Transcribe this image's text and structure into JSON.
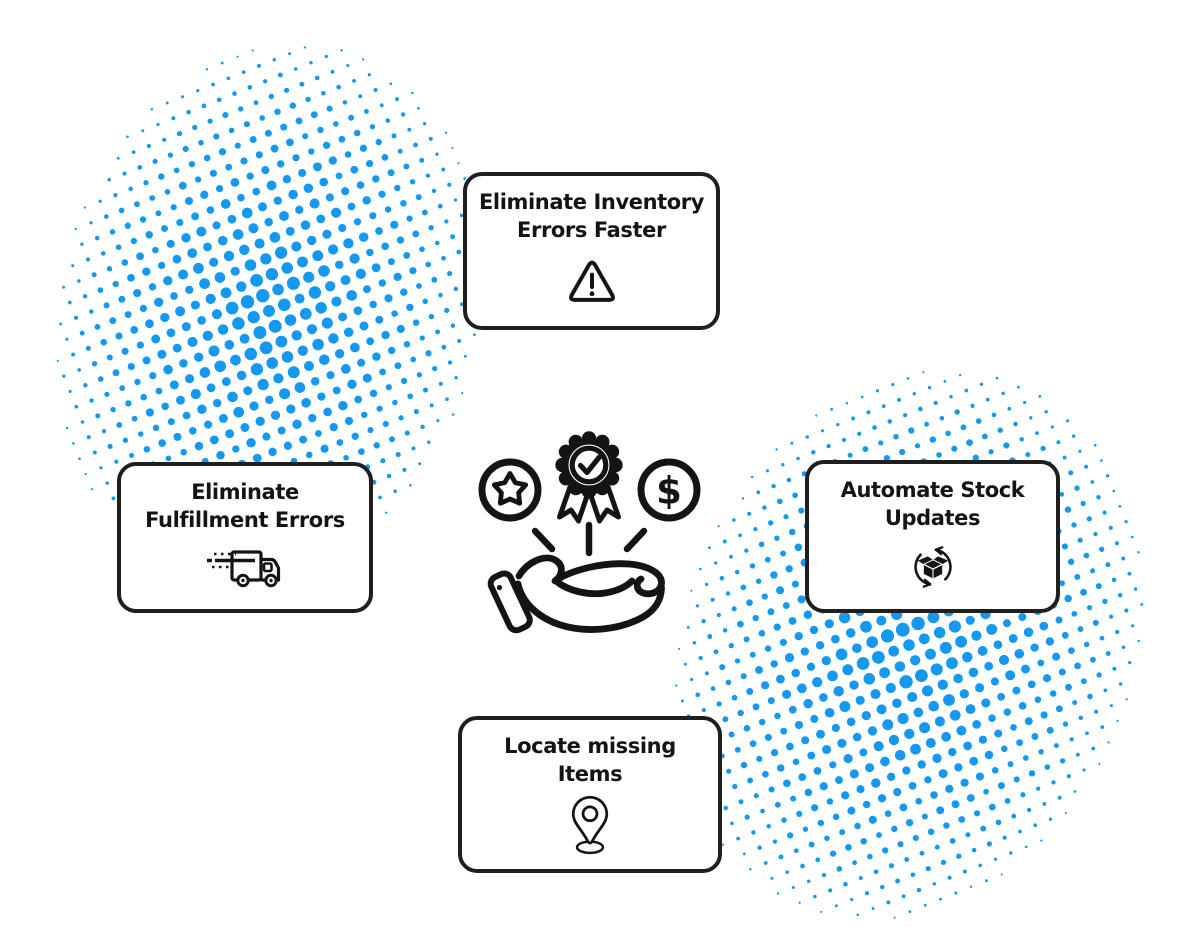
{
  "palette": {
    "background": "#ffffff",
    "dot_blue": "#1598f0",
    "ink": "#141414",
    "card_border": "#1f1f1f"
  },
  "center_icon": "hand-presenting-awards-icon",
  "cards": [
    {
      "key": "inventory-errors",
      "lines": [
        "Eliminate Inventory",
        "Errors Faster"
      ],
      "icon": "warning-triangle-icon"
    },
    {
      "key": "fulfillment-errors",
      "lines": [
        "Eliminate",
        "Fulfillment Errors"
      ],
      "icon": "delivery-truck-icon"
    },
    {
      "key": "stock-updates",
      "lines": [
        "Automate Stock",
        "Updates"
      ],
      "icon": "package-refresh-icon"
    },
    {
      "key": "locate-items",
      "lines": [
        "Locate missing",
        "Items"
      ],
      "icon": "location-pin-icon"
    }
  ]
}
